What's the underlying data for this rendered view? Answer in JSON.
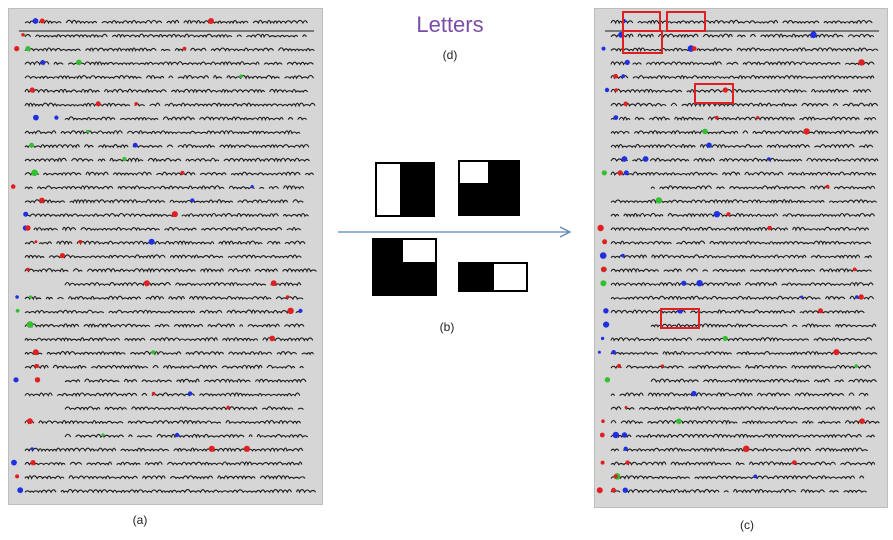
{
  "figure": {
    "title": "Letters",
    "label_d": "(d)",
    "label_a": "(a)",
    "label_b": "(b)",
    "label_c": "(c)"
  },
  "colors": {
    "ink": "#1a1a1a",
    "marker_red": "#e02020",
    "marker_blue": "#2030e0",
    "marker_green": "#30c030",
    "box_red": "#e02020",
    "arrow": "#5b86b8",
    "title": "#7a4ea8"
  }
}
